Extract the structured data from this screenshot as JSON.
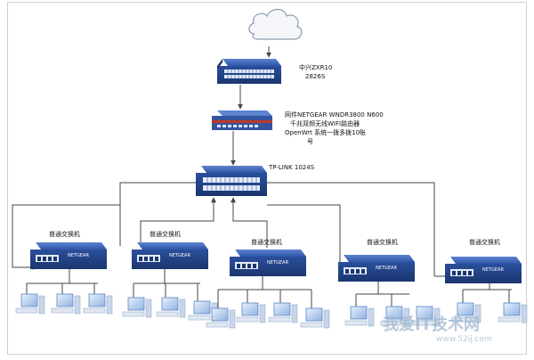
{
  "nodes": {
    "internet_cloud": {},
    "core_switch": {
      "line1": "中兴ZXR10",
      "line2": "2826S"
    },
    "router": {
      "line1": "网件NETGEAR WNDR3800 N600",
      "line2": "千兆双频无线WIFI路由器",
      "line3": "OpenWrt 系统一拨多拨10账",
      "line4": "号"
    },
    "main_switch": {
      "label": "TP-LINK 1024S"
    },
    "access_switches": [
      {
        "label": "普通交换机",
        "brand": "NETGEAR",
        "computers": 3
      },
      {
        "label": "普通交换机",
        "brand": "NETGEAR",
        "computers": 3
      },
      {
        "label": "普通交换机",
        "brand": "NETGEAR",
        "computers": 4
      },
      {
        "label": "普通交换机",
        "brand": "NETGEAR",
        "computers": 3
      },
      {
        "label": "普通交换机",
        "brand": "NETGEAR",
        "computers": 2
      }
    ]
  },
  "watermark": {
    "main": "我爱IT技术网",
    "sub": "www.52ij.com"
  },
  "colors": {
    "switch_body": "#2f56a8",
    "switch_dark": "#1f3d80",
    "router_body": "#3c5ca8",
    "router_stripe": "#c0392b",
    "cloud": "#f4f6fa",
    "line": "#444444",
    "monitor": "#5a84c8"
  }
}
